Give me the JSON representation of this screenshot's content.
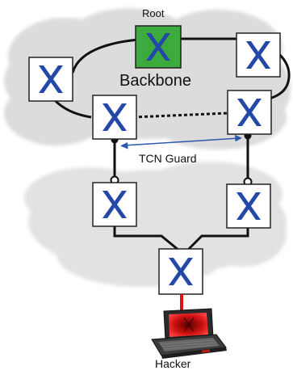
{
  "labels": {
    "root": "Root",
    "backbone": "Backbone",
    "tcn_guard": "TCN Guard",
    "hacker": "Hacker"
  },
  "nodes": {
    "root": {
      "type": "switch",
      "role": "root",
      "color": "#3daa3d"
    },
    "backbone_left": {
      "type": "switch"
    },
    "backbone_right_top": {
      "type": "switch"
    },
    "backbone_bottom_left": {
      "type": "switch"
    },
    "backbone_bottom_right": {
      "type": "switch"
    },
    "access_left": {
      "type": "switch"
    },
    "access_right": {
      "type": "switch"
    },
    "edge": {
      "type": "switch"
    },
    "hacker_laptop": {
      "type": "laptop",
      "screen_color": "#cc1111"
    }
  },
  "colors": {
    "switch_icon": "#2448a8",
    "root_fill": "#3daa3d",
    "cloud": "#dedede",
    "link": "#111111",
    "tcn_arrow": "#2d5aa8",
    "hacker_link": "#dd1111"
  }
}
